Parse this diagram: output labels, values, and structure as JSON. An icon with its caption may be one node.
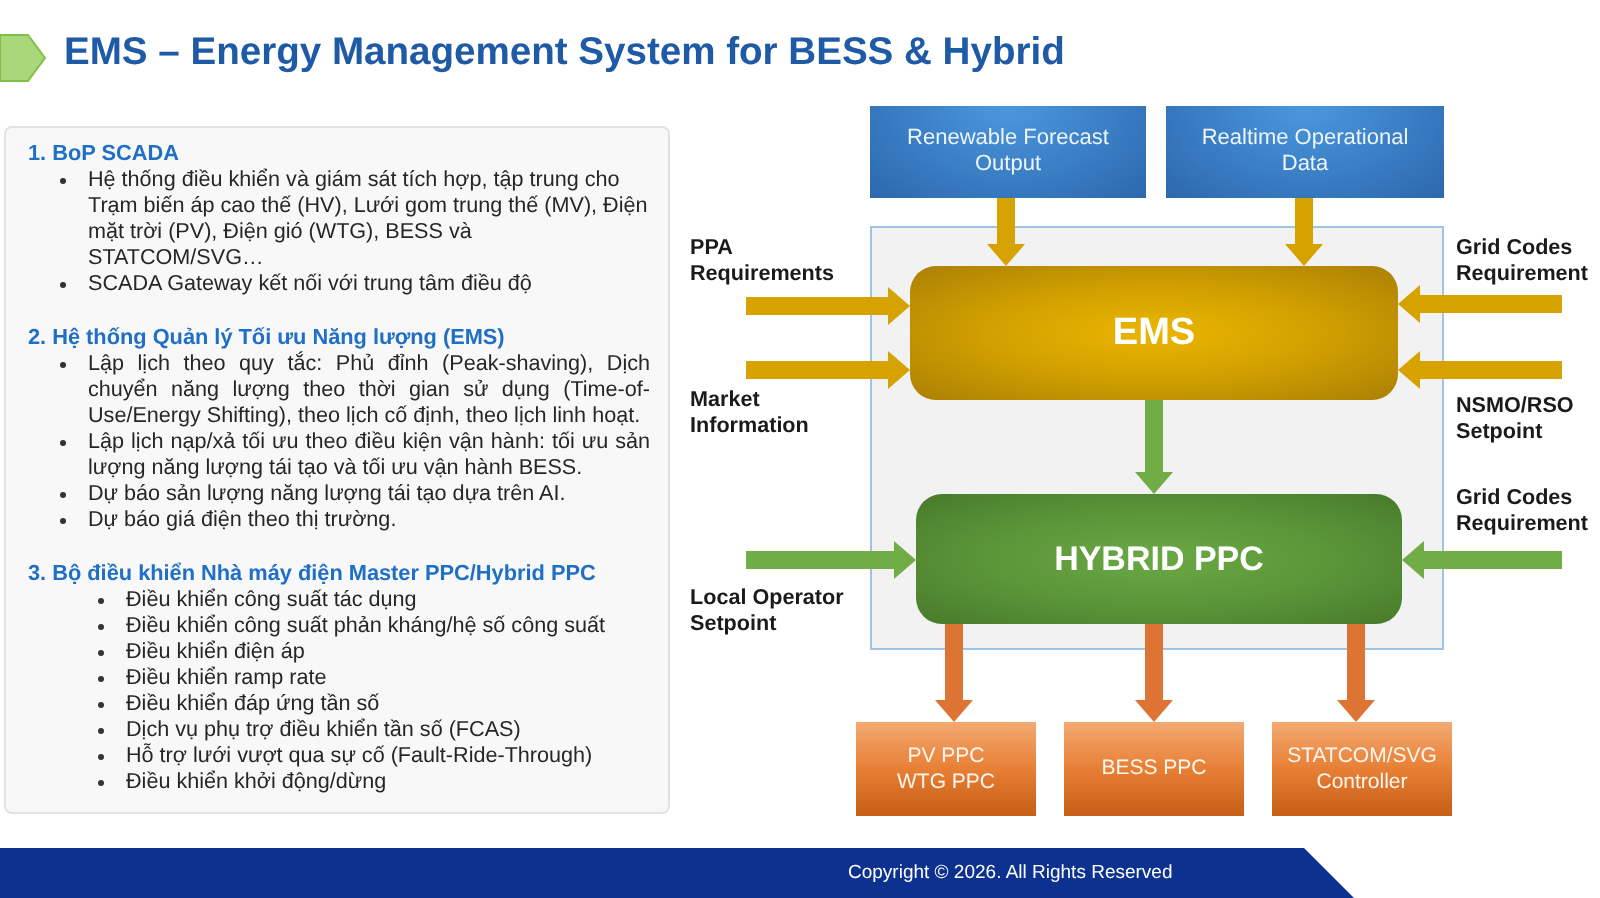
{
  "diagram": {
    "title": "EMS – Energy Management System for BESS & Hybrid",
    "nodes": [
      {
        "text": [
          "1. BoP SCADA",
          "Hệ thống điều khiển và giám sát tích hợp, tập trung cho Trạm biến áp cao thế (HV), Lưới gom trung thế (MV), Điện mặt trời (PV), Điện gió (WTG), BESS và STATCOM/SVG…",
          "SCADA Gateway kết nối với trung tâm điều độ",
          "2. Hệ thống Quản lý Tối ưu Năng lượng (EMS)",
          "Lập lịch theo quy tắc: Phủ đỉnh (Peak-shaving), Dịch chuyển năng lượng theo thời gian sử dụng (Time-of-Use/Energy Shifting), theo lịch cố định, theo lịch linh hoạt.",
          "Lập lịch nạp/xả tối ưu theo điều kiện vận hành: tối ưu sản lượng năng lượng tái tạo và tối ưu vận hành BESS.",
          "Dự báo sản lượng năng lượng tái tạo dựa trên AI.",
          "Dự báo giá điện theo thị trường.",
          "3. Bộ điều khiển Nhà máy điện Master PPC/Hybrid PPC",
          "Điều khiển công suất tác dụng",
          "Điều khiển công suất phản kháng/hệ số công suất",
          "Điều khiển điện áp",
          "Điều khiển ramp rate",
          "Điều khiển đáp ứng tần số",
          "Dịch vụ phụ trợ điều khiển tần số (FCAS)",
          "Hỗ trợ lưới vượt qua sự cố (Fault-Ride-Through)",
          "Điều khiển khởi động/dừng"
        ]
      },
      {
        "text": [
          "Renewable Forecast Output"
        ]
      },
      {
        "text": [
          "Realtime Operational Data"
        ]
      },
      {
        "text": [
          "PPA Requirements"
        ]
      },
      {
        "text": [
          "Grid Codes Requirement"
        ]
      },
      {
        "text": [],
        "shape": "box"
      },
      {
        "text": [
          "EMS"
        ],
        "in": 5
      },
      {
        "text": [
          "Market Information"
        ]
      },
      {
        "text": [
          "NSMO/RSO Setpoint"
        ]
      },
      {
        "text": [
          "HYBRID PPC"
        ],
        "in": 5
      },
      {
        "text": [
          "Grid Codes Requirement"
        ]
      },
      {
        "text": [
          "Local Operator Setpoint"
        ]
      },
      {
        "text": [
          "PV PPC",
          "WTG PPC"
        ]
      },
      {
        "text": [
          "BESS PPC"
        ]
      },
      {
        "text": [
          "STATCOM/SVG Controller"
        ]
      }
    ],
    "edges": [
      {
        "from": 1,
        "to": 6,
        "arrow": "to"
      },
      {
        "from": 2,
        "to": 6,
        "arrow": "to"
      },
      {
        "from": 3,
        "to": 6,
        "arrow": "to"
      },
      {
        "from": 4,
        "to": 6,
        "arrow": "to"
      },
      {
        "from": 7,
        "to": 6,
        "arrow": "to"
      },
      {
        "from": 8,
        "to": 6,
        "arrow": "to"
      },
      {
        "from": 6,
        "to": 9,
        "arrow": "to",
        "color": "#70ad47"
      },
      {
        "from": 11,
        "to": 9,
        "arrow": "to",
        "color": "#70ad47"
      },
      {
        "from": 10,
        "to": 9,
        "arrow": "to",
        "color": "#70ad47"
      },
      {
        "from": 9,
        "to": 12,
        "arrow": "to",
        "color": "#dd7433"
      },
      {
        "from": 9,
        "to": 13,
        "arrow": "to",
        "color": "#dd7433"
      },
      {
        "from": 9,
        "to": 14,
        "arrow": "to",
        "color": "#dd7433"
      }
    ],
    "labels": [
      "Copyright © 2026. All Rights Reserved"
    ]
  }
}
